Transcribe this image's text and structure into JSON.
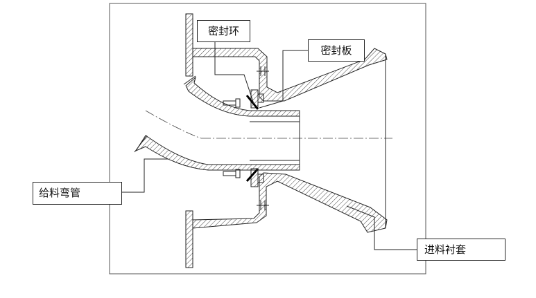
{
  "labels": {
    "seal_ring": "密封环",
    "seal_plate": "密封板",
    "feed_elbow": "给料弯管",
    "feed_liner": "进料衬套"
  },
  "colors": {
    "line": "#222222",
    "frame": "#555555",
    "hatch": "#444444"
  }
}
